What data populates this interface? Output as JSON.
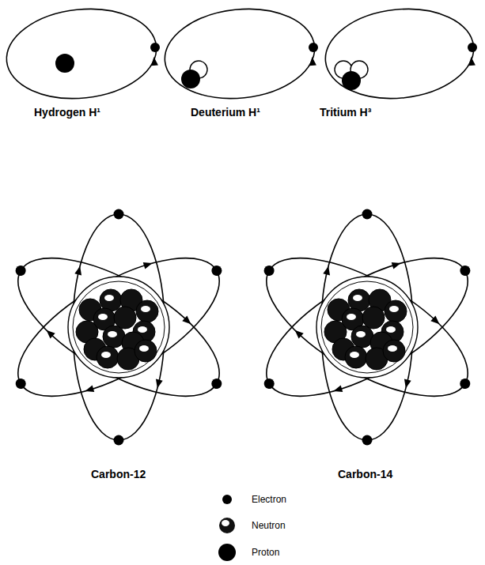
{
  "diagram": {
    "labels": [
      "Hydrogen H¹",
      "Deuterium H¹",
      "Tritium H³",
      "Carbon-12",
      "Carbon-14"
    ],
    "legend": [
      {
        "text": "Electron"
      },
      {
        "text": "Neutron"
      },
      {
        "text": "Proton"
      }
    ]
  }
}
